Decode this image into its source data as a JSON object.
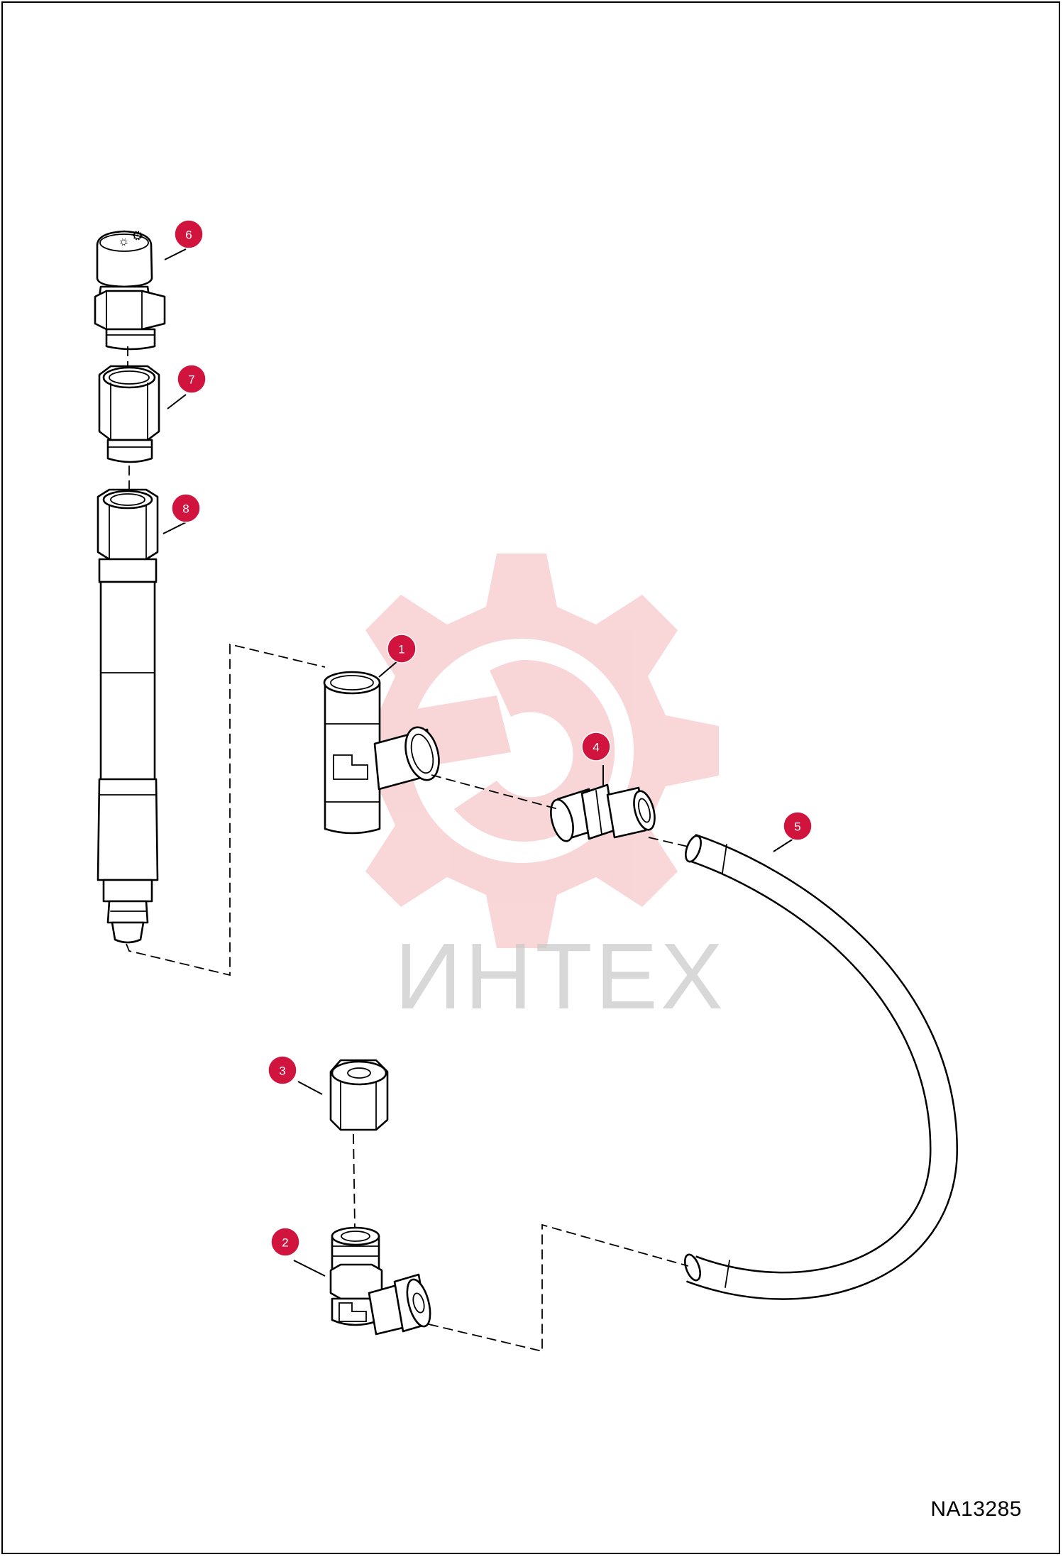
{
  "drawing_number": "NA13285",
  "watermark": {
    "brand": "ИНТЕХ",
    "color": "#f4b4b8"
  },
  "callout_color": "#d1143d",
  "callouts": [
    "1",
    "2",
    "3",
    "4",
    "5",
    "6",
    "7",
    "8"
  ]
}
